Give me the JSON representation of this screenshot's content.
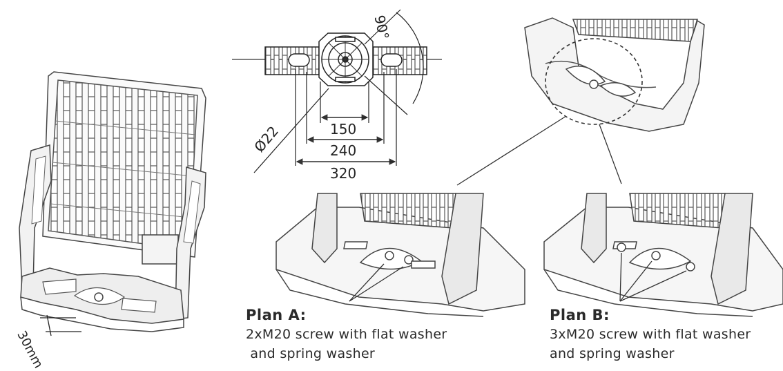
{
  "dimensions": {
    "angle": "90°",
    "bore": "Ø22",
    "span_inner": "150",
    "span_middle": "240",
    "span_outer": "320",
    "bracket_gap": "30mm"
  },
  "plan_a": {
    "title": "Plan A:",
    "line1": "2xM20 screw with flat washer",
    "line2": " and spring washer"
  },
  "plan_b": {
    "title": "Plan B:",
    "line1": "3xM20 screw with flat washer",
    "line2": "and spring washer"
  }
}
